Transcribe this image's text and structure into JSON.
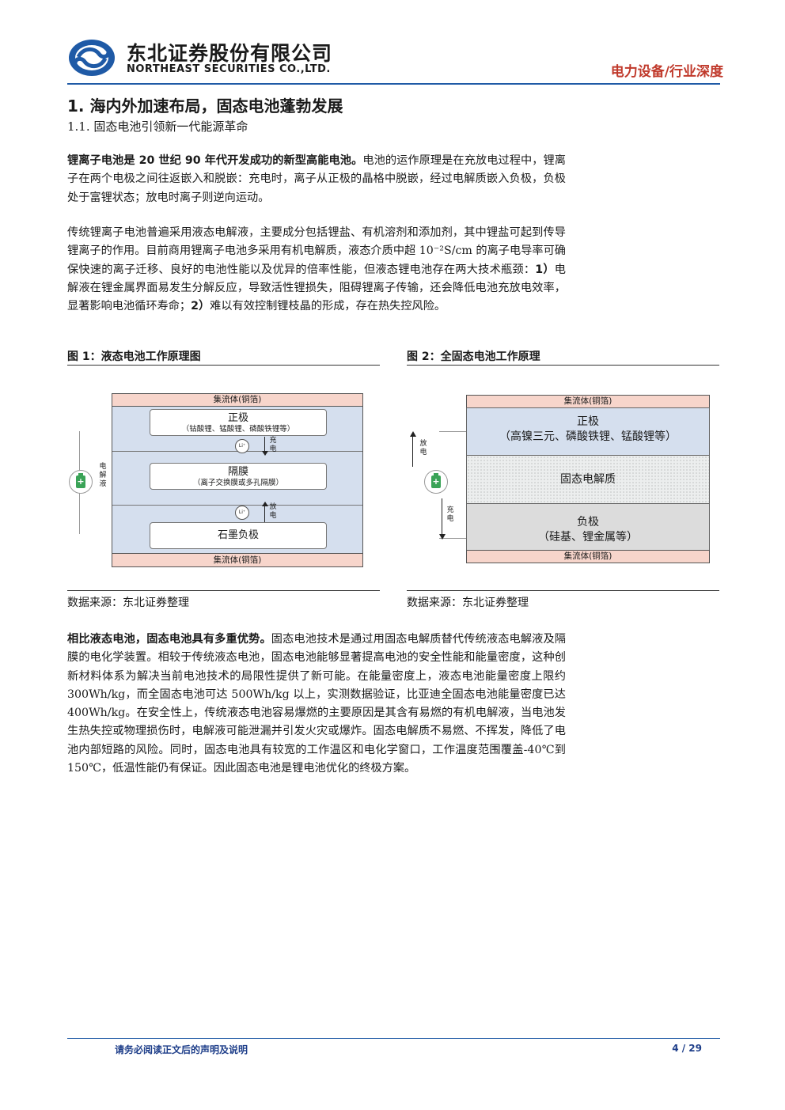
{
  "header": {
    "company_cn": "东北证券股份有限公司",
    "company_en": "NORTHEAST SECURITIES CO.,LTD.",
    "category": "电力设备/行业深度"
  },
  "section": {
    "h1": "1.  海内外加速布局，固态电池蓬勃发展",
    "h2": "1.1.   固态电池引领新一代能源革命"
  },
  "paragraphs": {
    "p1_bold": "锂离子电池是 20 世纪 90 年代开发成功的新型高能电池。",
    "p1_text": "电池的运作原理是在充放电过程中，锂离子在两个电极之间往返嵌入和脱嵌：充电时，离子从正极的晶格中脱嵌，经过电解质嵌入负极，负极处于富锂状态；放电时离子则逆向运动。",
    "p2_a": "传统锂离子电池普遍采用液态电解液，主要成分包括锂盐、有机溶剂和添加剂，其中锂盐可起到传导锂离子的作用。目前商用锂离子电池多采用有机电解质，液态介质中超 10⁻²S/cm 的离子电导率可确保快速的离子迁移、良好的电池性能以及优异的倍率性能，但液态锂电池存在两大技术瓶颈：",
    "p2_b1": "1）",
    "p2_c": "电解液在锂金属界面易发生分解反应，导致活性锂损失，阻碍锂离子传输，还会降低电池充放电效率，显著影响电池循环寿命；",
    "p2_b2": "2）",
    "p2_d": "难以有效控制锂枝晶的形成，存在热失控风险。",
    "p3_bold": "相比液态电池，固态电池具有多重优势。",
    "p3_text": "固态电池技术是通过用固态电解质替代传统液态电解液及隔膜的电化学装置。相较于传统液态电池，固态电池能够显著提高电池的安全性能和能量密度，这种创新材料体系为解决当前电池技术的局限性提供了新可能。在能量密度上，液态电池能量密度上限约 300Wh/kg，而全固态电池可达 500Wh/kg 以上，实测数据验证，比亚迪全固态电池能量密度已达 400Wh/kg。在安全性上，传统液态电池容易爆燃的主要原因是其含有易燃的有机电解液，当电池发生热失控或物理损伤时，电解液可能泄漏并引发火灾或爆炸。固态电解质不易燃、不挥发，降低了电池内部短路的风险。同时，固态电池具有较宽的工作温区和电化学窗口，工作温度范围覆盖-40℃到 150℃，低温性能仍有保证。因此固态电池是锂电池优化的终极方案。"
  },
  "figure1": {
    "title": "图 1：液态电池工作原理图",
    "top_collector": "集流体(铜箔)",
    "bottom_collector": "集流体(铜箔)",
    "cathode": "正极",
    "cathode_sub": "（钴酸锂、锰酸锂、磷酸铁锂等）",
    "separator": "隔膜",
    "separator_sub": "（离子交换膜或多孔隔膜）",
    "anode": "石墨负极",
    "ion": "Li⁺",
    "electrolyte": "电解液",
    "charge": "充电",
    "discharge": "放电",
    "source": "数据来源：东北证券整理"
  },
  "figure2": {
    "title": "图 2：全固态电池工作原理",
    "top_collector": "集流体(铜箔)",
    "bottom_collector": "集流体(铜箔)",
    "cathode": "正极",
    "cathode_sub": "（高镍三元、磷酸铁锂、锰酸锂等）",
    "electrolyte": "固态电解质",
    "anode": "负极",
    "anode_sub": "（硅基、锂金属等）",
    "discharge": "放电",
    "charge": "充电",
    "source": "数据来源：东北证券整理"
  },
  "footer": {
    "note": "请务必阅读正文后的声明及说明",
    "page": "4 / 29"
  },
  "colors": {
    "brand_blue": "#1f5aa6",
    "category_red": "#c0392b",
    "collector_pink": "#f7d5cb",
    "liquid_blue": "#d5dfee"
  }
}
